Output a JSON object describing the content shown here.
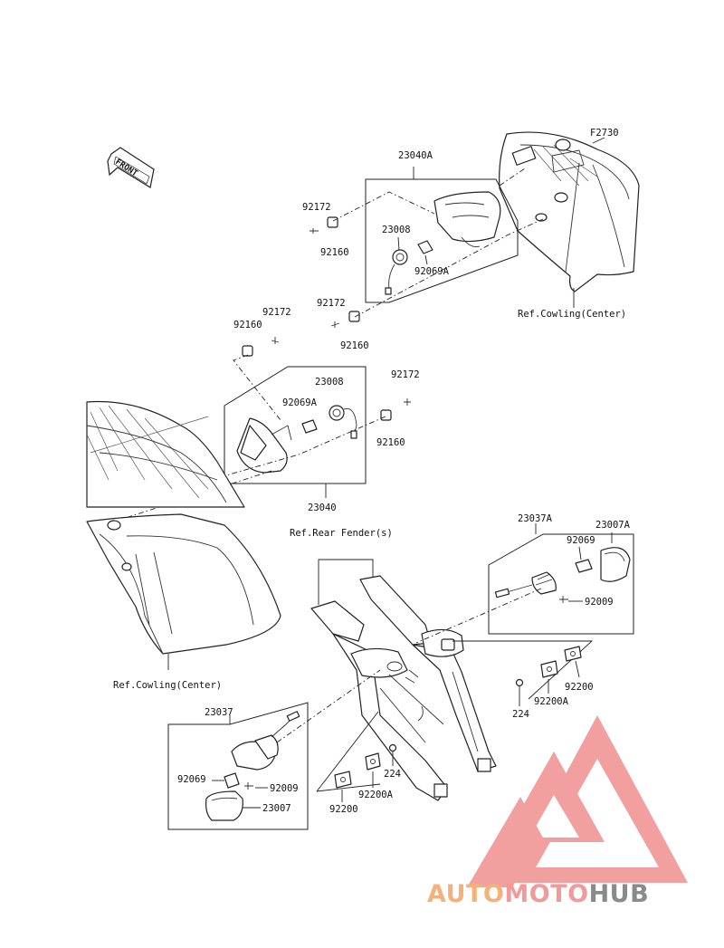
{
  "figure_code": "F2730",
  "front_arrow_label": "FRONT",
  "assemblies": {
    "front_right": {
      "assy_label": "23040A",
      "parts": {
        "screw_top": "92172",
        "nut_top": "92160",
        "socket": "23008",
        "bulb": "92069A",
        "screw_bottom": "92172",
        "nut_bottom": "92160"
      }
    },
    "front_left": {
      "assy_label": "23040",
      "parts": {
        "nut_top": "92160",
        "screw_top": "92172",
        "socket": "23008",
        "bulb": "92069A",
        "screw_right": "92172",
        "nut_right": "92160"
      }
    },
    "rear_right": {
      "assy_label": "23037A",
      "parts": {
        "lens": "23007A",
        "bulb": "92069",
        "screw": "92009"
      }
    },
    "rear_left": {
      "assy_label": "23037",
      "parts": {
        "bulb": "92069",
        "screw": "92009",
        "lens": "23007"
      }
    }
  },
  "brackets": {
    "right": {
      "plate": "92200",
      "plate_a": "92200A",
      "bolt": "224"
    },
    "left": {
      "bolt": "224",
      "plate_a": "92200A",
      "plate": "92200"
    }
  },
  "references": {
    "cowling_top": "Ref.Cowling(Center)",
    "cowling_left": "Ref.Cowling(Center)",
    "rear_fender": "Ref.Rear Fender(s)"
  },
  "watermark": {
    "part1": "AUTO",
    "part2": "MOTO",
    "part3": "HUB",
    "color1": "#f3b27a",
    "color2": "#f09a9a",
    "color3": "#8a8a8a"
  }
}
